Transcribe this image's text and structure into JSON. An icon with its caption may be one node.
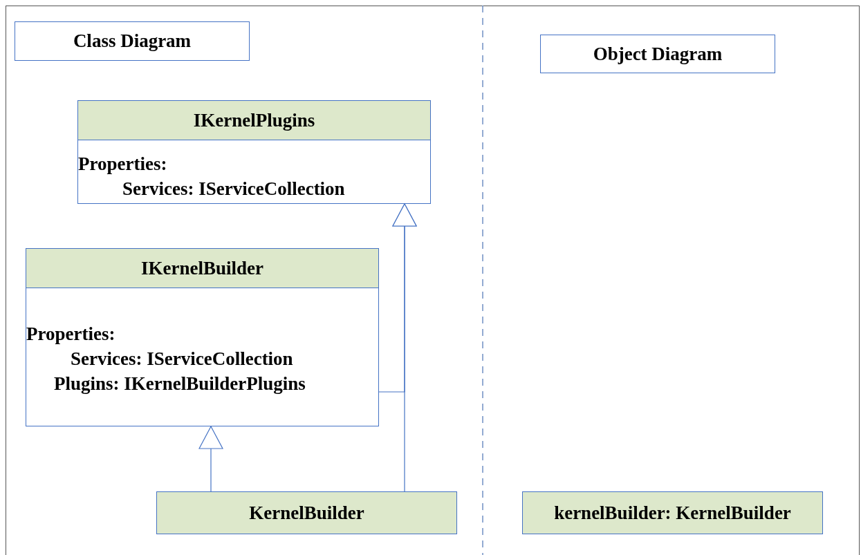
{
  "diagram": {
    "nodes": [
      {
        "text": [
          "Class Diagram"
        ]
      },
      {
        "text": [
          "Object Diagram"
        ]
      },
      {
        "text": [
          "IKernelPlugins",
          "Properties:",
          "Services: IServiceCollection"
        ]
      },
      {
        "text": [
          "IKernelBuilder",
          "Properties:",
          "Services: IServiceCollection",
          "Plugins: IKernelBuilderPlugins"
        ]
      },
      {
        "text": [
          "KernelBuilder"
        ]
      },
      {
        "text": [
          "kernelBuilder: KernelBuilder"
        ]
      }
    ],
    "edges": [
      {
        "from": 4,
        "to": 3,
        "arrow": "to"
      },
      {
        "from": 4,
        "to": 2,
        "arrow": "to"
      },
      {
        "from": 3,
        "to": 2,
        "arrow": "to"
      }
    ]
  }
}
